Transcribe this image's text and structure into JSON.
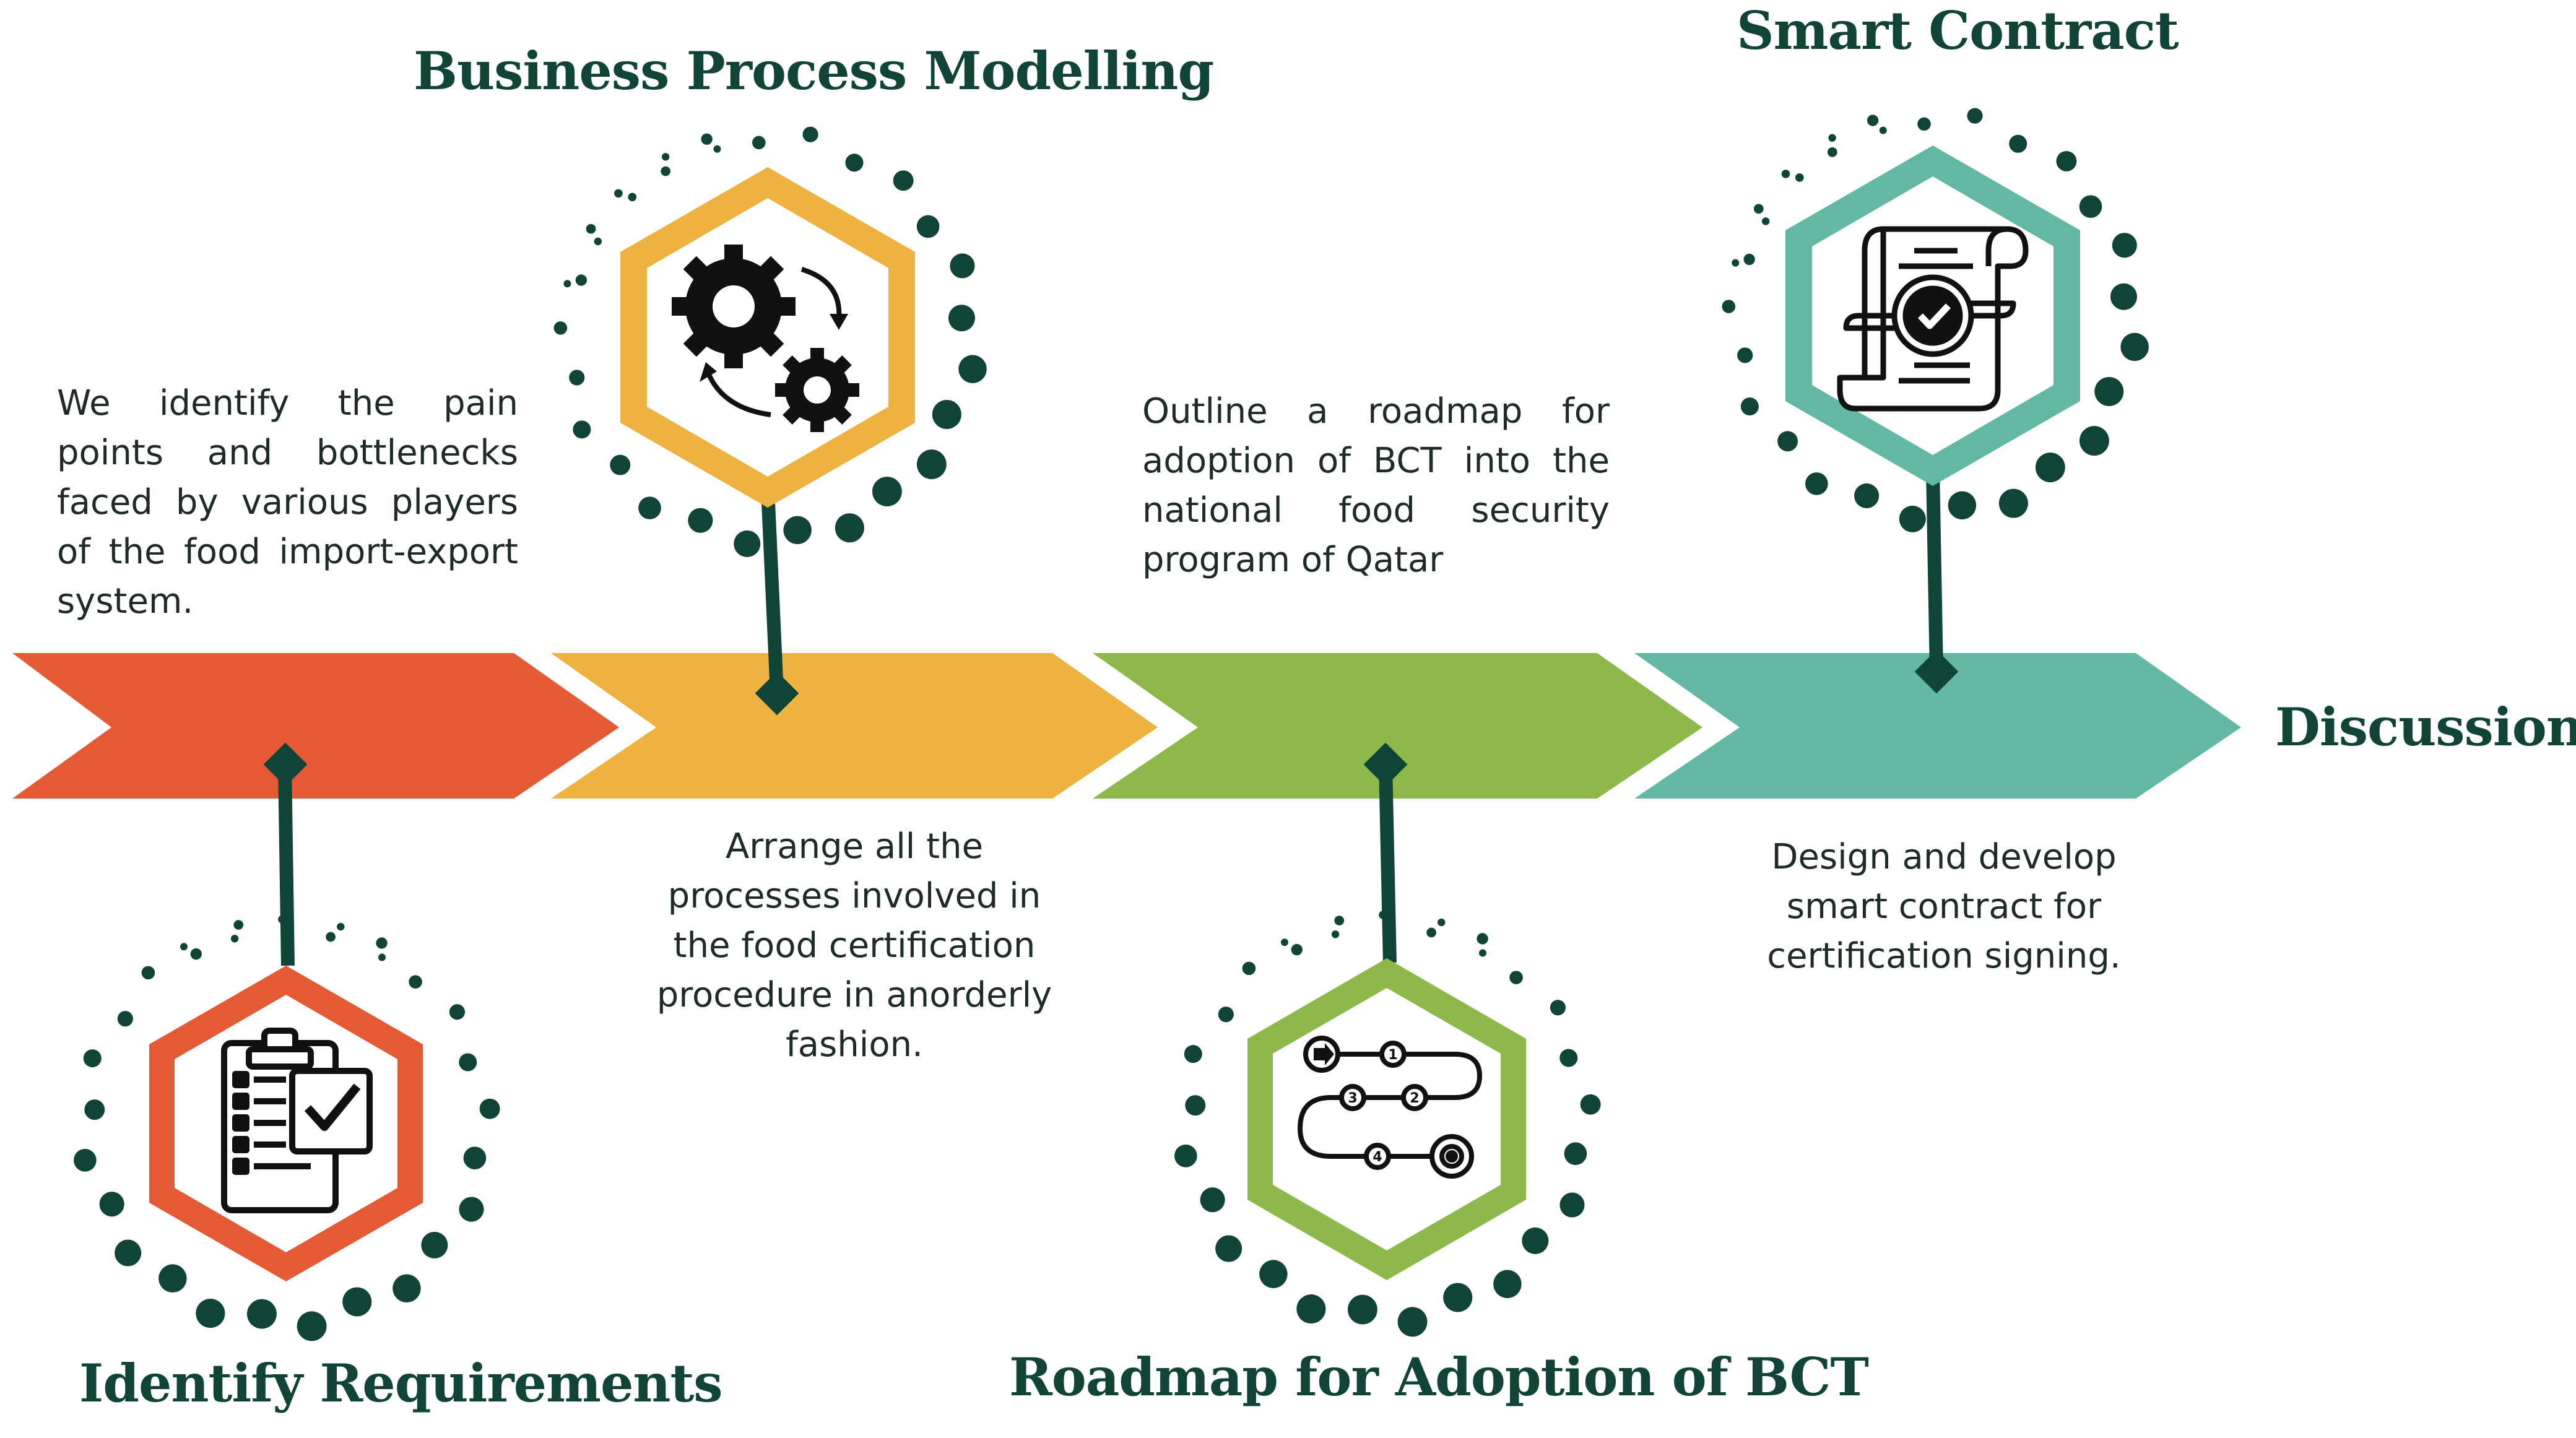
{
  "colors": {
    "red": "#e35a35",
    "orange": "#eeb240",
    "green": "#8db84a",
    "teal": "#62b8a3",
    "dark": "#0f4437"
  },
  "stages": [
    {
      "title": "Identify Requirements",
      "description": "We identify the pain points and bottlenecks faced by various players of the food import-export system.",
      "icon": "clipboard-checklist-icon",
      "color": "red"
    },
    {
      "title": "Business Process Modelling",
      "description": "Arrange all the processes involved in the food certification procedure in anorderly fashion.",
      "icon": "gears-cycle-icon",
      "color": "orange"
    },
    {
      "title": "Roadmap for Adoption of BCT",
      "description": "Outline a roadmap for adoption of BCT into the national food security program of Qatar",
      "icon": "roadmap-path-icon",
      "color": "green"
    },
    {
      "title": "Smart Contract",
      "description": "Design and develop smart contract for certification signing.",
      "icon": "contract-scroll-icon",
      "color": "teal"
    }
  ],
  "end_label": "Discussions"
}
